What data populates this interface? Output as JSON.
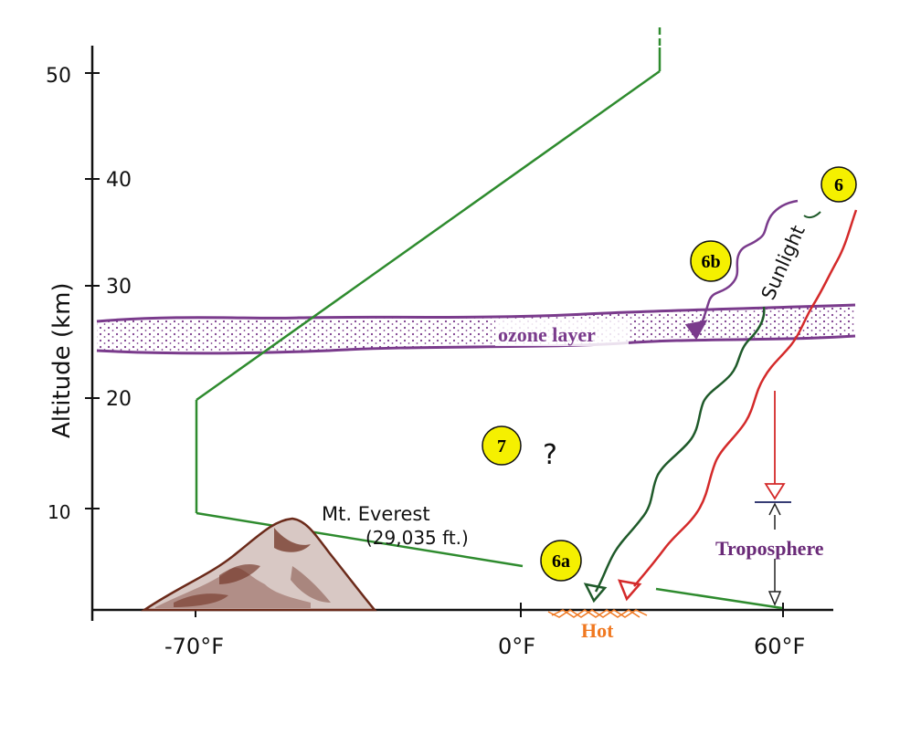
{
  "axes": {
    "y_label": "Altitude (km)",
    "y_ticks": [
      "10",
      "20",
      "30",
      "40",
      "50"
    ],
    "x_ticks": [
      "-70°F",
      "0°F",
      "60°F"
    ]
  },
  "labels": {
    "ozone_layer": "ozone layer",
    "sunlight": "Sunlight",
    "troposphere": "Troposphere",
    "hot": "Hot",
    "mountain_name": "Mt. Everest",
    "mountain_height": "(29,035 ft.)",
    "question_mark": "?"
  },
  "badges": [
    "6",
    "6b",
    "6a",
    "7"
  ],
  "colors": {
    "temperature_profile": "#2e8b2e",
    "ozone": "#7a3b8c",
    "sunlight_arrow": "#d42a2a",
    "sunlight_arrow_dark": "#1f5a2a",
    "hot": "#f07820",
    "troposphere": "#6a2a78",
    "badge_fill": "#f5f000",
    "mountain": "#6b2a1a"
  }
}
